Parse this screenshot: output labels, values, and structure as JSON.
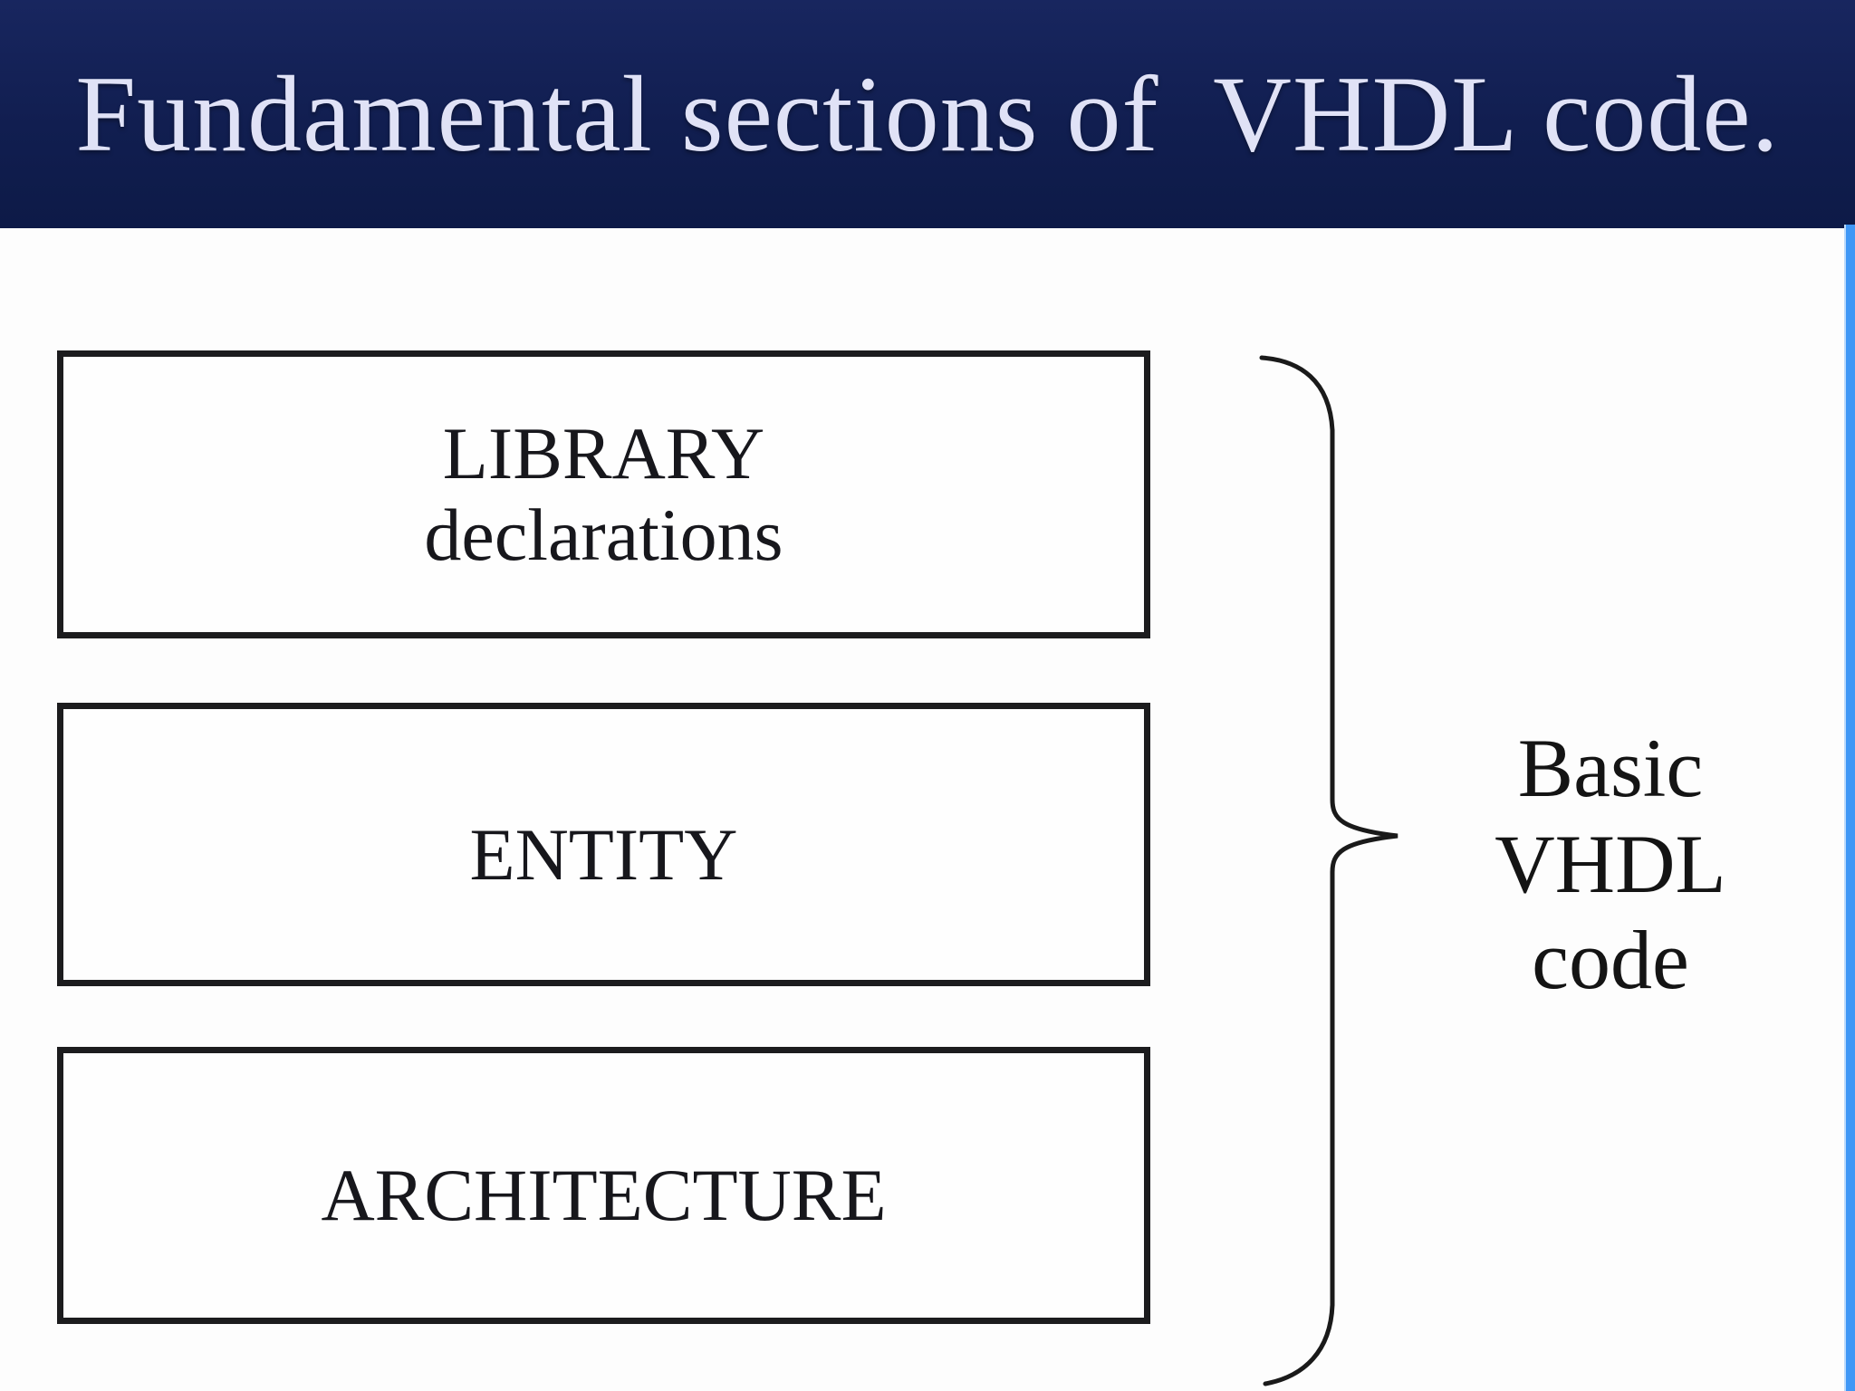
{
  "header": {
    "title": "Fundamental sections of  VHDL code."
  },
  "diagram": {
    "boxes": [
      {
        "id": "library",
        "lines": [
          "LIBRARY",
          "declarations"
        ]
      },
      {
        "id": "entity",
        "lines": [
          "ENTITY"
        ]
      },
      {
        "id": "architecture",
        "lines": [
          "ARCHITECTURE"
        ]
      }
    ],
    "brace_label": {
      "lines": [
        "Basic",
        "VHDL code"
      ]
    }
  },
  "colors": {
    "header_bg": "#111e50",
    "title_text": "#e0e2f6",
    "box_border": "#1c1c1e",
    "box_fill": "#fefefe",
    "diagram_text": "#141414",
    "brace_stroke": "#1a1a1a",
    "scroll_strip_blue": "#3f97f6",
    "body_bg": "#fdfdfd"
  }
}
